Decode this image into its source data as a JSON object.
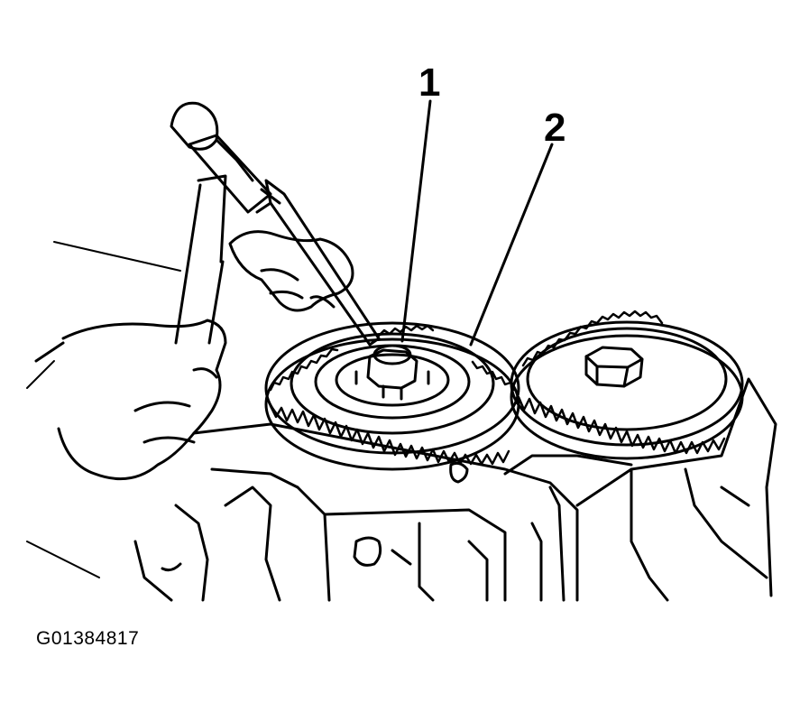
{
  "callouts": {
    "one": "1",
    "two": "2"
  },
  "figure_id": "G01384817",
  "colors": {
    "ink": "#000000",
    "paper": "#ffffff"
  }
}
